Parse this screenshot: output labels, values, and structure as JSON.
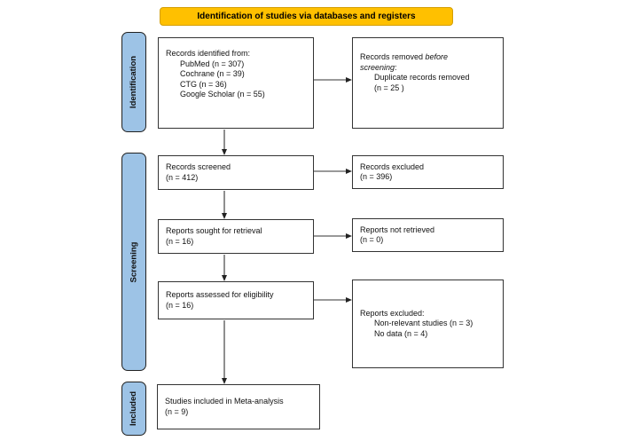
{
  "title": "Identification of studies via databases and registers",
  "colors": {
    "banner": "#FFC000",
    "stage_bar": "#9DC3E6"
  },
  "stages": [
    {
      "label": "Identification"
    },
    {
      "label": "Screening"
    },
    {
      "label": "Included"
    }
  ],
  "boxes": {
    "identified": {
      "heading": "Records identified from:",
      "items": [
        "PubMed (n = 307)",
        "Cochrane (n = 39)",
        "CTG (n = 36)",
        "Google Scholar (n = 55)"
      ]
    },
    "removed": {
      "prefix": "Records removed ",
      "italic": "before screening",
      "suffix": ":",
      "items": [
        "Duplicate records removed",
        "(n = 25 )"
      ]
    },
    "screened": {
      "lines": [
        "Records screened",
        "(n = 412)"
      ]
    },
    "records_excluded": {
      "lines": [
        "Records excluded",
        "(n = 396)"
      ]
    },
    "sought": {
      "lines": [
        "Reports sought for retrieval",
        "(n = 16)"
      ]
    },
    "not_retrieved": {
      "lines": [
        "Reports not retrieved",
        "(n = 0)"
      ]
    },
    "assessed": {
      "lines": [
        "Reports assessed for eligibility",
        "(n = 16)"
      ]
    },
    "reports_excluded": {
      "heading": "Reports excluded:",
      "items": [
        "Non-relevant studies (n = 3)",
        "No data (n = 4)"
      ]
    },
    "included": {
      "lines": [
        "Studies included in Meta-analysis",
        "(n = 9)"
      ]
    }
  }
}
